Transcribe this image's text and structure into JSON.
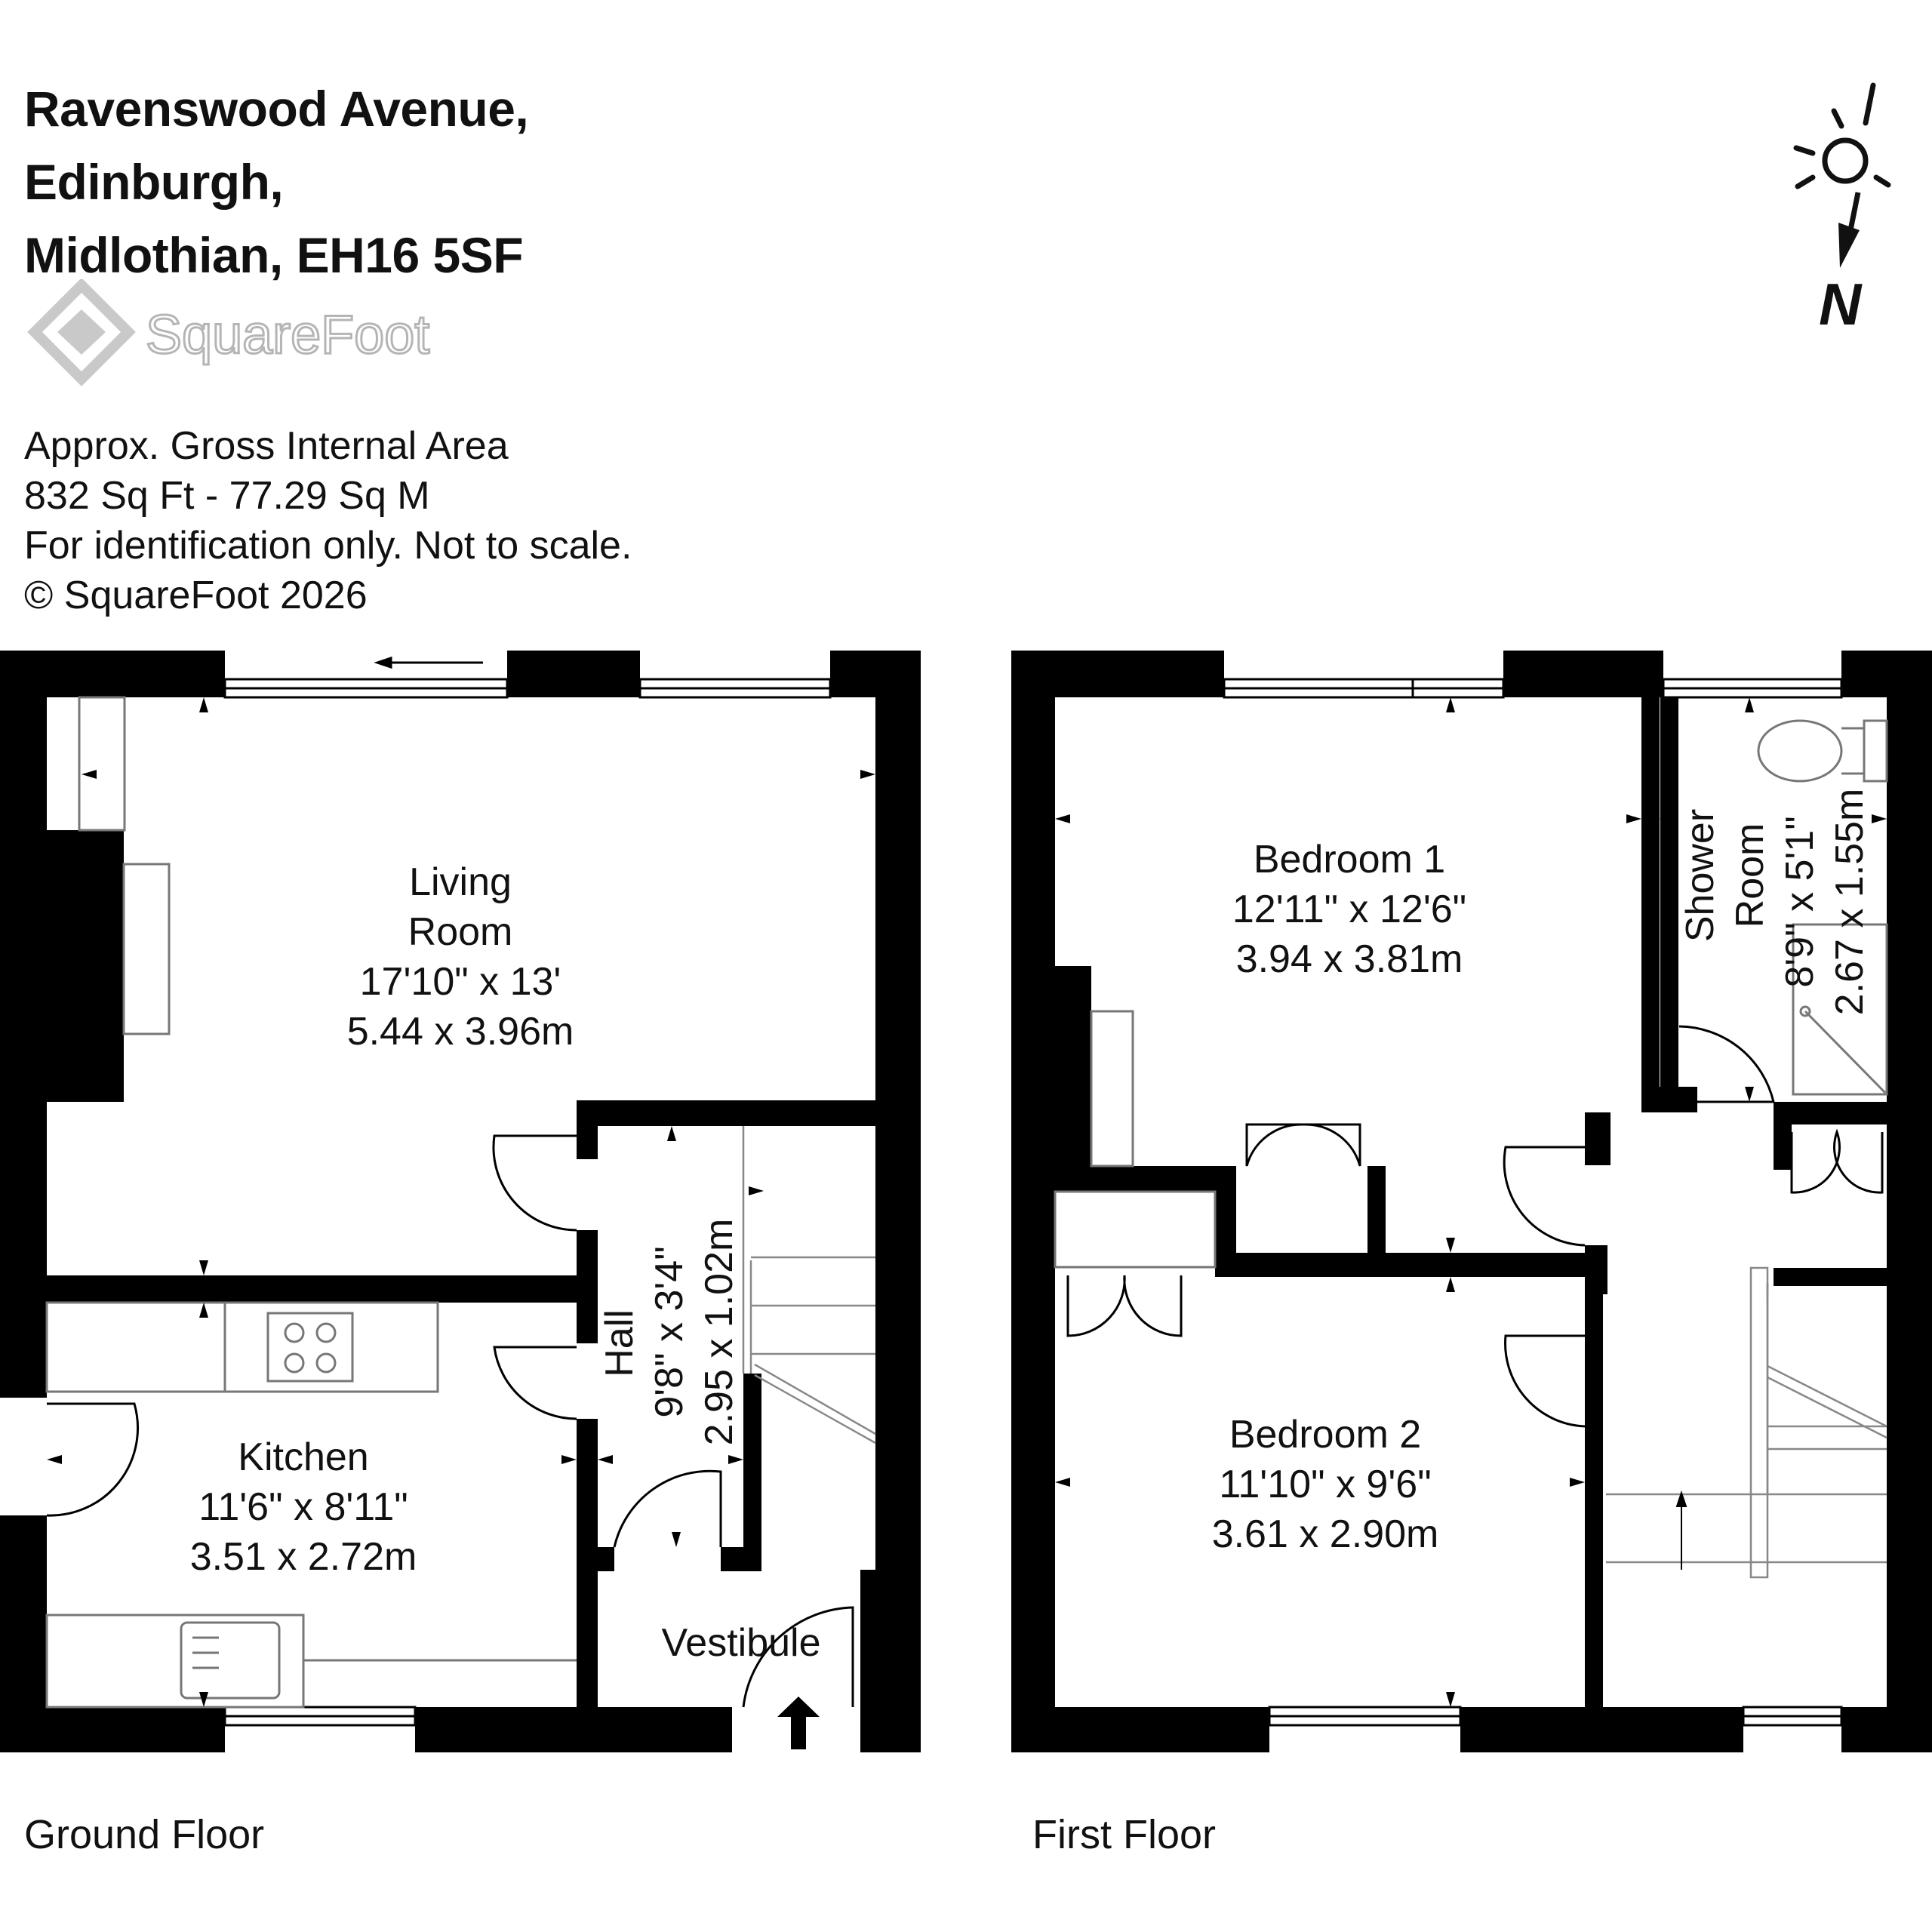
{
  "address": {
    "line1": "Ravenswood Avenue,",
    "line2": "Edinburgh,",
    "line3": "Midlothian, EH16 5SF"
  },
  "logo": {
    "brand": "SquareFoot",
    "color": "#c9c9c9"
  },
  "area": {
    "line1": "Approx. Gross Internal Area",
    "line2": "832 Sq Ft  -  77.29 Sq M",
    "line3": "For identification only. Not to scale.",
    "line4": "© SquareFoot 2026"
  },
  "compass": {
    "north_label": "N"
  },
  "floors": [
    {
      "name": "Ground Floor"
    },
    {
      "name": "First Floor"
    }
  ],
  "rooms": {
    "living": {
      "name1": "Living",
      "name2": "Room",
      "imperial": "17'10\" x 13'",
      "metric": "5.44 x 3.96m"
    },
    "kitchen": {
      "name": "Kitchen",
      "imperial": "11'6\" x 8'11\"",
      "metric": "3.51 x 2.72m"
    },
    "hall": {
      "name": "Hall",
      "imperial": "9'8\" x 3'4\"",
      "metric": "2.95 x 1.02m"
    },
    "vestibule": {
      "name": "Vestibule"
    },
    "bedroom1": {
      "name": "Bedroom 1",
      "imperial": "12'11\" x 12'6\"",
      "metric": "3.94 x 3.81m"
    },
    "bedroom2": {
      "name": "Bedroom 2",
      "imperial": "11'10\" x 9'6\"",
      "metric": "3.61 x 2.90m"
    },
    "shower": {
      "name1": "Shower",
      "name2": "Room",
      "imperial": "8'9\" x 5'1\"",
      "metric": "2.67 x 1.55m"
    }
  },
  "colors": {
    "wall": "#000000",
    "fixture": "#555555",
    "line": "#888888"
  }
}
